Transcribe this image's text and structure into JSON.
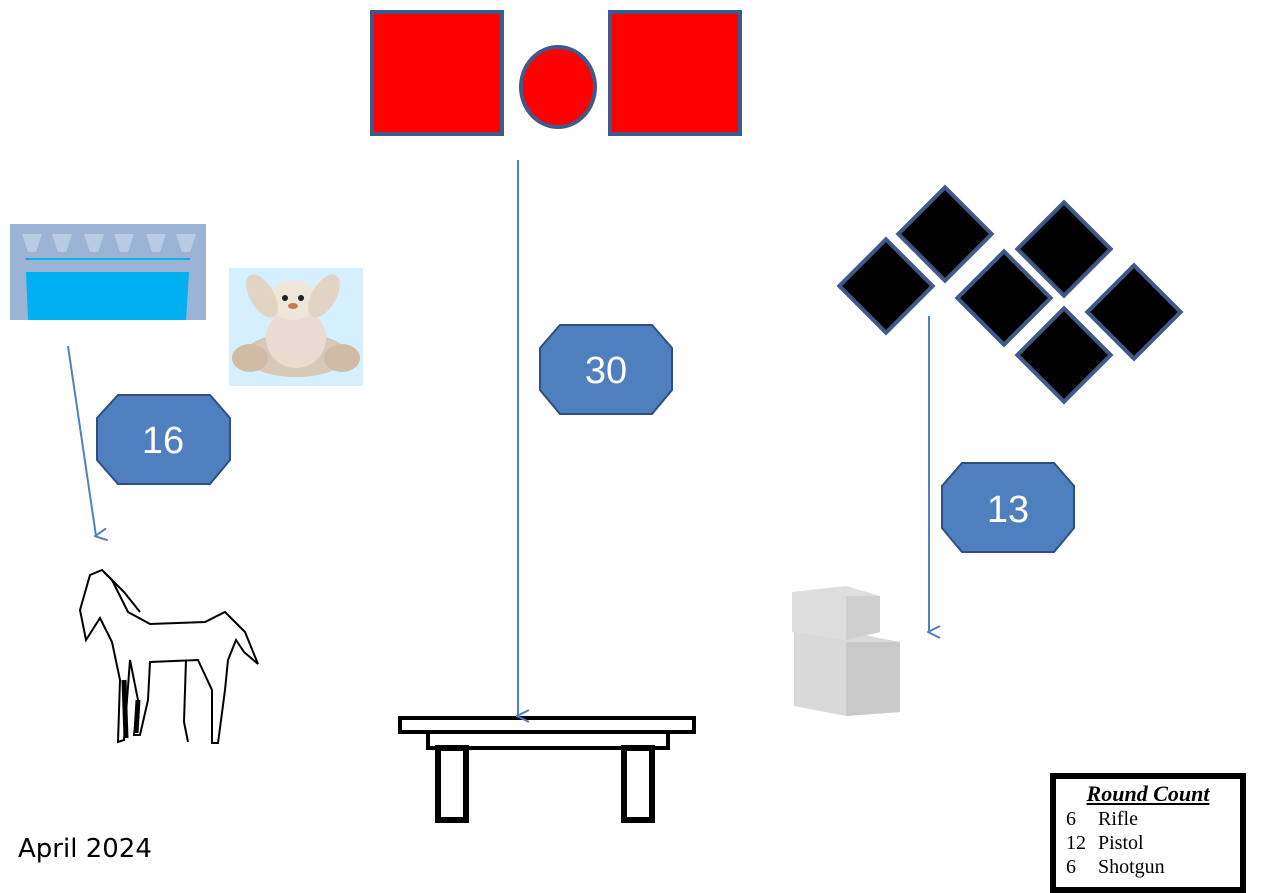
{
  "stage_badges": [
    {
      "id": "left",
      "value": "16"
    },
    {
      "id": "center",
      "value": "30"
    },
    {
      "id": "right",
      "value": "13"
    }
  ],
  "round_count": {
    "title": "Round Count",
    "rows": [
      {
        "count": "6",
        "weapon": "Rifle"
      },
      {
        "count": "12",
        "weapon": "Pistol"
      },
      {
        "count": "6",
        "weapon": "Shotgun"
      }
    ]
  },
  "date": "April 2024",
  "colors": {
    "target_red": "#ff0000",
    "target_outline": "#3f5a8a",
    "badge_fill": "#4f7fbf",
    "arrow": "#4f81bd",
    "diamond_fill": "#000000",
    "barrier_blue": "#00b0f0"
  },
  "icons": [
    "barrier-icon",
    "bunny-plush-icon",
    "horse-icon",
    "table-icon",
    "hay-bale-icon"
  ]
}
